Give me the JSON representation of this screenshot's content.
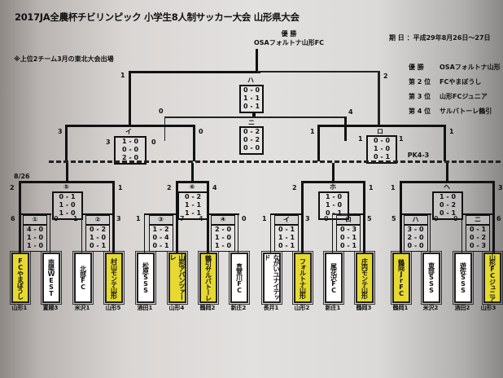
{
  "header": {
    "title": "2017JA全農杯チビリンピック 小学生8人制サッカー大会 山形県大会",
    "note": "※上位2チーム3月の東北大会出場",
    "champion_label": "優 勝",
    "champion_team": "OSAフォルトナ山形FC",
    "date": "期 日 ：平成29年8月26日～27日"
  },
  "results": [
    {
      "rank": "優 勝",
      "team": "OSAフォルトナ山形"
    },
    {
      "rank": "第 2 位",
      "team": "FCやまぼうし"
    },
    {
      "rank": "第 3 位",
      "team": "山形FCジュニア"
    },
    {
      "rank": "第 4 位",
      "team": "サルバトーレ鶴引"
    }
  ],
  "day_label": "8/26",
  "final": {
    "label": "ハ",
    "scores": [
      "0 - 0",
      "1 - 1",
      "0 - 1"
    ],
    "left_score": "1",
    "right_score": "2"
  },
  "third_place": {
    "label": "ニ",
    "scores": [
      "0 - 2",
      "0 - 2",
      "0 - 0"
    ],
    "left_score": "0",
    "right_score": "4"
  },
  "semis": [
    {
      "label": "イ",
      "scores": [
        "1 - 0",
        "0 - 0",
        "2 - 0"
      ],
      "left_score": "3",
      "right_score": "0",
      "upper": "0"
    },
    {
      "label": "ロ",
      "scores": [
        "0 - 0",
        "1 - 0",
        "0 - 1"
      ],
      "left_score": "1",
      "right_score": "1",
      "pk": "PK4-3",
      "upper": "1"
    }
  ],
  "quarters": [
    {
      "label": "⑤",
      "scores": [
        "0 - 1",
        "1 - 0",
        "1 - 0"
      ],
      "left_score": "2",
      "right_score": "1"
    },
    {
      "label": "⑥",
      "scores": [
        "0 - 2",
        "1 - 1",
        "1 - 1"
      ],
      "left_score": "2",
      "right_score": "4"
    },
    {
      "label": "ホ",
      "scores": [
        "1 - 0",
        "1 - 0",
        "0 - 1"
      ],
      "left_score": "2",
      "right_score": "1"
    },
    {
      "label": "ヘ",
      "scores": [
        "1 - 0",
        "0 - 2",
        "0 - 1"
      ],
      "left_score": "1",
      "right_score": "3"
    }
  ],
  "round1": [
    {
      "label": "①",
      "scores": [
        "4 - 0",
        "1 - 0",
        "1 - 0"
      ],
      "left_score": "6",
      "right_score": "0"
    },
    {
      "label": "②",
      "scores": [
        "0 - 2",
        "1 - 0",
        "0 - 1"
      ],
      "left_score": "1",
      "right_score": "3"
    },
    {
      "label": "③",
      "scores": [
        "1 - 2",
        "0 - 4",
        "0 - 1"
      ],
      "left_score": "1",
      "right_score": "7"
    },
    {
      "label": "④",
      "scores": [
        "2 - 0",
        "1 - 0",
        "1 - 0"
      ],
      "left_score": "4",
      "right_score": "0"
    },
    {
      "label": "イ",
      "scores": [
        "0 - 1",
        "1 - 1",
        "0 - 1"
      ],
      "left_score": "1",
      "right_score": "3"
    },
    {
      "label": "ロ",
      "scores": [
        "0 - 3",
        "0 - 1",
        "0 - 1"
      ],
      "left_score": "0",
      "right_score": "5"
    },
    {
      "label": "ハ",
      "scores": [
        "3 - 0",
        "2 - 0",
        "0 - 0"
      ],
      "left_score": "5",
      "right_score": "0"
    },
    {
      "label": "ニ",
      "scores": [
        "0 - 1",
        "0 - 2",
        "0 - 3"
      ],
      "left_score": "0",
      "right_score": "6"
    }
  ],
  "teams": [
    {
      "name": "FCやまぼうし",
      "region": "山形1",
      "winner": true
    },
    {
      "name": "南陽WEST",
      "region": "置賜3",
      "winner": false
    },
    {
      "name": "北部FC",
      "region": "米沢1",
      "winner": false
    },
    {
      "name": "村山モンテ山形",
      "region": "山形5",
      "winner": true
    },
    {
      "name": "松原SSS",
      "region": "酒田1",
      "winner": false
    },
    {
      "name": "山形アバンツァーレ",
      "region": "山形4",
      "winner": true
    },
    {
      "name": "鶴引サルバトーレ",
      "region": "鶴岡2",
      "winner": true
    },
    {
      "name": "真室川FC",
      "region": "新庄2",
      "winner": false
    },
    {
      "name": "ながいユナイテッド",
      "region": "長井1",
      "winner": false
    },
    {
      "name": "フォルトナ山形",
      "region": "山形2",
      "winner": true
    },
    {
      "name": "尾花沢FC",
      "region": "新庄1",
      "winner": false
    },
    {
      "name": "庄内モンテ山形",
      "region": "鶴岡3",
      "winner": true
    },
    {
      "name": "鶴岡JrFC",
      "region": "鶴岡1",
      "winner": true
    },
    {
      "name": "東部SSS",
      "region": "米沢2",
      "winner": false
    },
    {
      "name": "遊佐SSS",
      "region": "酒田2",
      "winner": false
    },
    {
      "name": "山形FCジュニア",
      "region": "山形3",
      "winner": true
    }
  ],
  "colors": {
    "winner_fill": "#e6d931",
    "line": "#111111"
  }
}
